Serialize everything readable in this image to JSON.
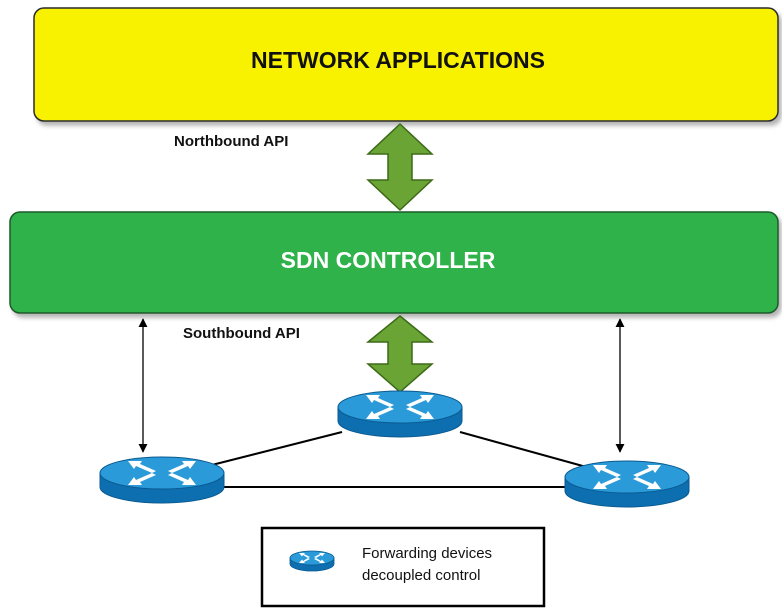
{
  "applications": {
    "label": "NETWORK APPLICATIONS",
    "fill": "#f8f200"
  },
  "northbound": {
    "label": "Northbound API"
  },
  "controller": {
    "label": "SDN CONTROLLER",
    "fill": "#2db24a"
  },
  "southbound": {
    "label": "Southbound API"
  },
  "legend": {
    "line1": "Forwarding devices",
    "line2": "decoupled control"
  },
  "colors": {
    "arrow_fill": "#6aa434",
    "arrow_stroke": "#3c6a18",
    "router_blue": "#1b8ed0",
    "router_dark": "#0b6aa8"
  },
  "icons": {
    "router": "router-icon"
  }
}
